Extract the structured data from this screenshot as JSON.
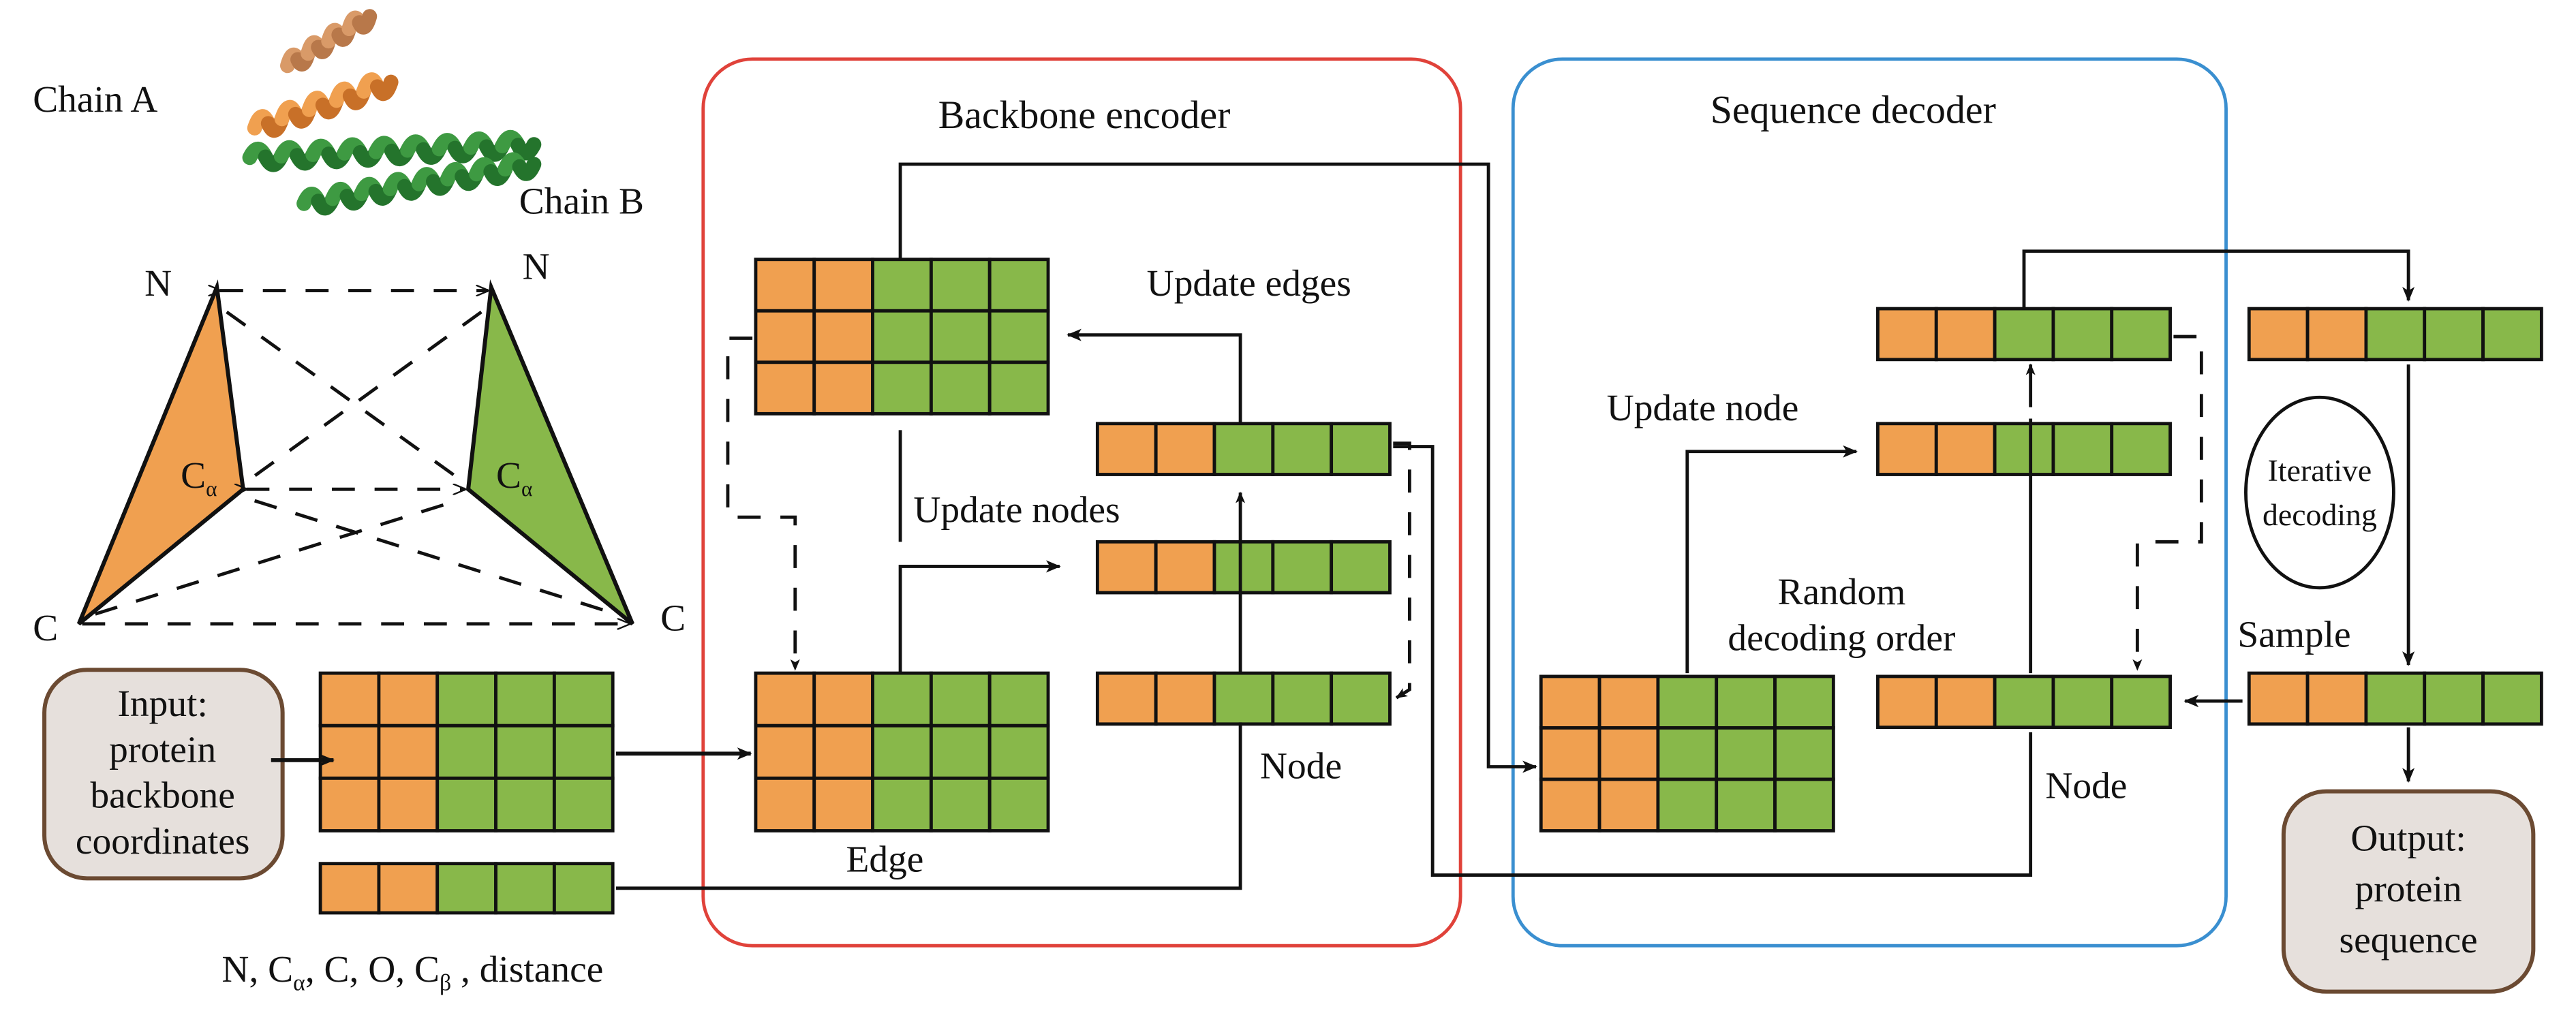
{
  "colors": {
    "chain_a": "#F0A050",
    "chain_b": "#88B84A",
    "encoder_border": "#E0423A",
    "decoder_border": "#3A8FD0",
    "io_box_fill": "#E6E0DC",
    "io_box_border": "#6B4A32"
  },
  "structure": {
    "chain_a_label": "Chain A",
    "chain_b_label": "Chain B"
  },
  "geometry_labels": {
    "left_n": "N",
    "right_n": "N",
    "left_c": "C",
    "right_c": "C",
    "left_ca": "C",
    "left_ca_sub": "α",
    "right_ca": "C",
    "right_ca_sub": "α"
  },
  "input": {
    "box_lines": [
      "Input:",
      "protein",
      "backbone",
      "coordinates"
    ],
    "features_caption": {
      "parts": [
        "N, C",
        "α",
        ", C, O, C",
        "β",
        " , distance"
      ]
    }
  },
  "encoder": {
    "title": "Backbone encoder",
    "update_edges": "Update edges",
    "update_nodes": "Update nodes",
    "edge_label": "Edge",
    "node_label": "Node"
  },
  "decoder": {
    "title": "Sequence decoder",
    "update_node": "Update node",
    "random_order_line1": "Random",
    "random_order_line2": "decoding order",
    "node_label": "Node"
  },
  "sampling": {
    "iterative_line1": "Iterative",
    "iterative_line2": "decoding",
    "sample_label": "Sample"
  },
  "output": {
    "box_lines": [
      "Output:",
      "protein",
      "sequence"
    ]
  },
  "feature_block": {
    "columns": 5,
    "chain_a_columns": 2,
    "chain_b_columns": 3,
    "matrix_rows": 3
  }
}
